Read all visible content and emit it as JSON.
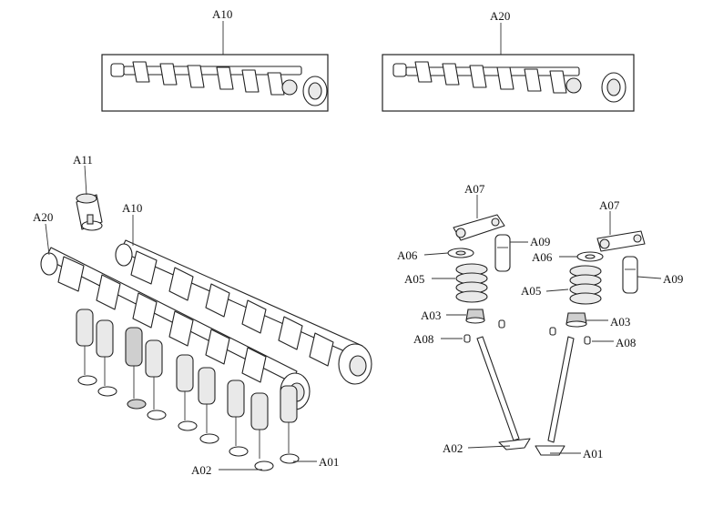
{
  "labels": {
    "a10_top": "A10",
    "a20_top": "A20",
    "a11": "A11",
    "a20_assy": "A20",
    "a10_assy": "A10",
    "a02_assy": "A02",
    "a01_assy": "A01",
    "a07_left": "A07",
    "a07_right": "A07",
    "a09_left": "A09",
    "a09_right": "A09",
    "a06_left": "A06",
    "a06_right": "A06",
    "a05_left": "A05",
    "a05_right": "A05",
    "a03_left": "A03",
    "a03_right": "A03",
    "a08_left": "A08",
    "a08_right": "A08",
    "a02_right": "A02",
    "a01_right": "A01"
  }
}
